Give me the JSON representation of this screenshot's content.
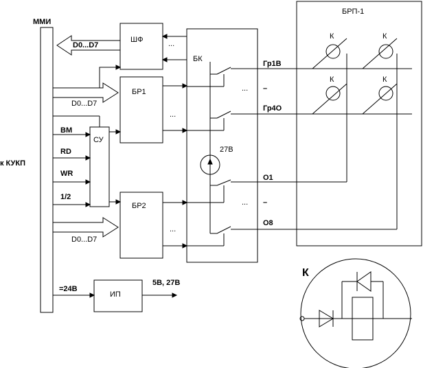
{
  "labels": {
    "mmi": "ММИ",
    "kukp": "к КУКП",
    "d0d7_top": "D0...D7",
    "shf": "ШФ",
    "bk": "БК",
    "brp": "БРП-1",
    "br1": "БР1",
    "br2": "БР2",
    "su": "СУ",
    "ip": "ИП",
    "d0d7_mid": "D0...D7",
    "d0d7_bot": "D0...D7",
    "bm": "BM",
    "rd": "RD",
    "wr": "WR",
    "half": "1/2",
    "v27": "27В",
    "gr1v": "Гр1В",
    "dash1": "–",
    "gr4o": "Гр4О",
    "o1": "О1",
    "dash2": "–",
    "o8": "О8",
    "v24": "=24В",
    "v5_27": "5В, 27В",
    "k_big": "К",
    "k1": "К",
    "k2": "К",
    "k3": "К",
    "k4": "К",
    "dots": "..."
  }
}
